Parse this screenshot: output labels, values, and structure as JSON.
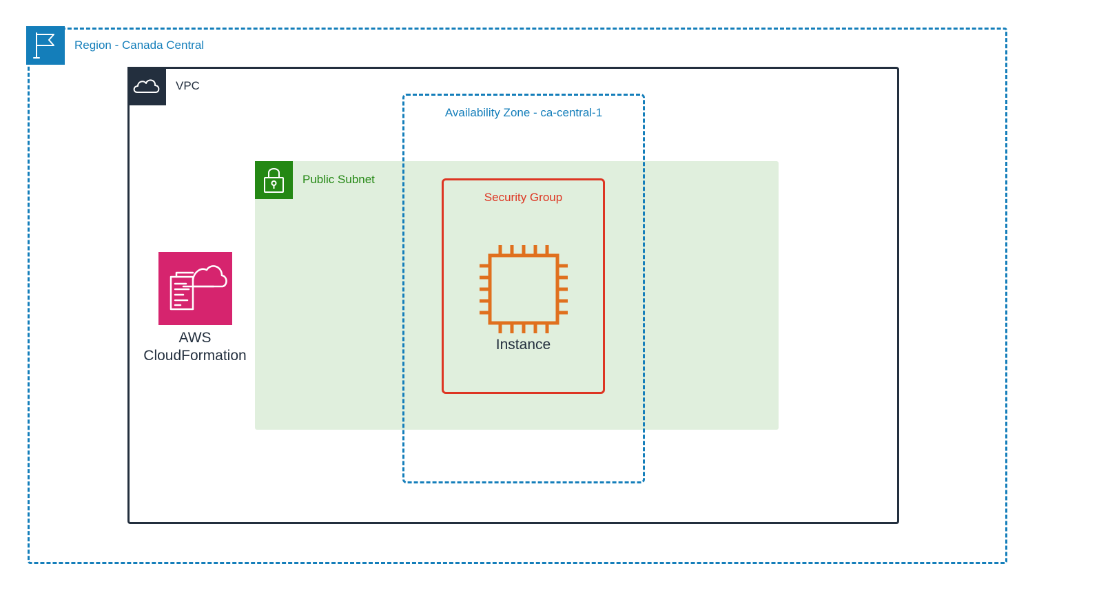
{
  "region": {
    "label": "Region - Canada Central",
    "icon": "flag-icon",
    "color": "#147EBA"
  },
  "vpc": {
    "label": "VPC",
    "icon": "cloud-icon",
    "color": "#232F3E"
  },
  "subnet": {
    "label": "Public Subnet",
    "icon": "lock-icon",
    "color": "#248814",
    "fill": "#E0EFDD"
  },
  "availability_zone": {
    "label": "Availability Zone - ca-central-1",
    "color": "#147EBA"
  },
  "security_group": {
    "label": "Security Group",
    "color": "#DD3522"
  },
  "instance": {
    "label": "Instance",
    "icon": "ec2-instance-chip-icon",
    "color": "#E0701E"
  },
  "cloudformation": {
    "label_line1": "AWS",
    "label_line2": "CloudFormation",
    "icon": "cloudformation-icon",
    "color": "#D6246E"
  }
}
